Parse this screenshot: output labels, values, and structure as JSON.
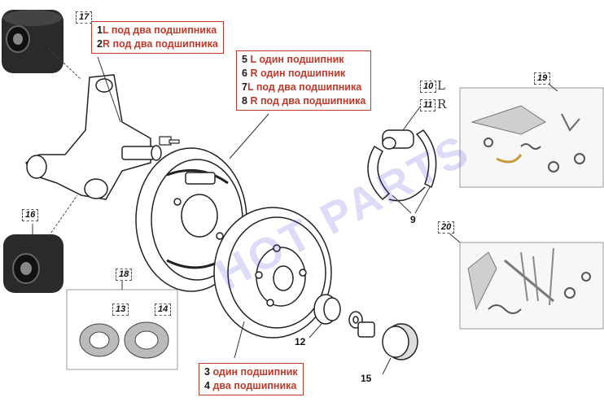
{
  "labels": {
    "box1": {
      "line1_num": "1",
      "line1_text": "L под два подшипника",
      "line2_num": "2",
      "line2_text": "R под два подшипника"
    },
    "box2": {
      "line1_num": "5",
      "line1_text": "L один подшипник",
      "line2_num": "6",
      "line2_text": "R один подшипник",
      "line3_num": "7",
      "line3_text": "L под два подшипника",
      "line4_num": "8",
      "line4_text": "R под два подшипника"
    },
    "box3": {
      "line1_num": "3",
      "line1_text": "один подшипник",
      "line2_num": "4",
      "line2_text": "два подшипника"
    }
  },
  "part_tags": {
    "t17": "17",
    "t16": "16",
    "t18": "18",
    "t13": "13",
    "t14": "14",
    "t10": "10",
    "t11": "11",
    "t19": "19",
    "t20": "20"
  },
  "side_marks": {
    "left": "L",
    "right": "R"
  },
  "part_numbers": {
    "n9": "9",
    "n12": "12",
    "n15": "15"
  },
  "watermark": "HOT PARTS",
  "colors": {
    "label_red": "#c0392b",
    "line": "#333333",
    "watermark": "#3c3cdc"
  }
}
